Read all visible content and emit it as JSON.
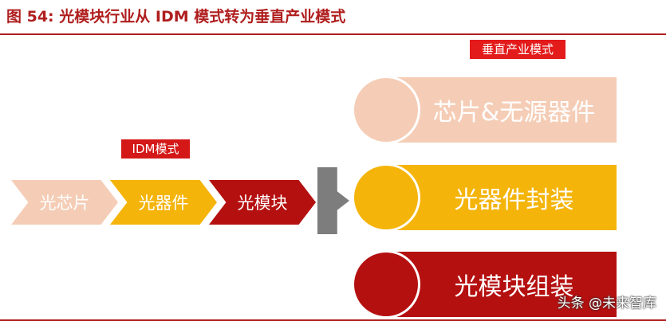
{
  "figure": {
    "title": "图 54:  光模块行业从 IDM 模式转为垂直产业模式"
  },
  "tags": {
    "vertical": "垂直产业模式",
    "idm": "IDM模式"
  },
  "idm_chain": [
    {
      "label": "光芯片",
      "color": "#f5cdb6"
    },
    {
      "label": "光器件",
      "color": "#f4b40a"
    },
    {
      "label": "光模块",
      "color": "#b51010"
    }
  ],
  "vertical_rows": [
    {
      "label": "芯片&无源器件",
      "color": "#f5cdb6"
    },
    {
      "label": "光器件封装",
      "color": "#f4b40a"
    },
    {
      "label": "光模块组装",
      "color": "#b51010"
    }
  ],
  "watermark": "头条 @未来智库",
  "colors": {
    "accent": "#b01e1e",
    "tag": "#e31b1b",
    "connector": "#7d7d7d"
  }
}
